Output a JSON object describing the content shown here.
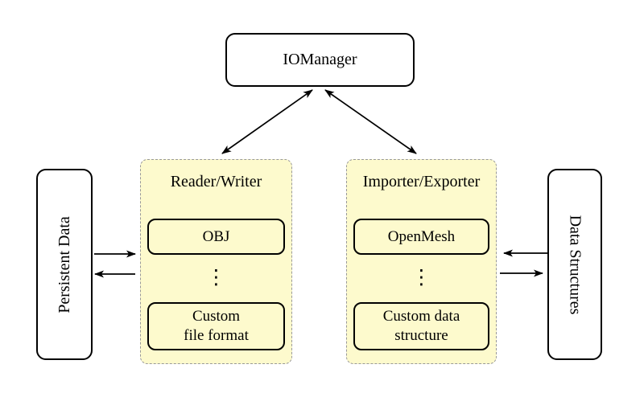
{
  "colors": {
    "background": "#ffffff",
    "group_fill": "#fdfacd",
    "group_border": "#999999",
    "node_border": "#000000",
    "node_fill": "#ffffff",
    "arrow": "#000000"
  },
  "nodes": {
    "iomanager": {
      "label": "IOManager"
    },
    "persistent_data": {
      "label": "Persistent Data"
    },
    "data_structures": {
      "label": "Data Structures"
    }
  },
  "groups": {
    "reader_writer": {
      "title": "Reader/Writer",
      "items": [
        {
          "label": "OBJ"
        },
        {
          "label": "Custom\nfile format"
        }
      ],
      "ellipsis": "⋮"
    },
    "importer_exporter": {
      "title": "Importer/Exporter",
      "items": [
        {
          "label": "OpenMesh"
        },
        {
          "label": "Custom data\nstructure"
        }
      ],
      "ellipsis": "⋮"
    }
  },
  "edges": [
    {
      "from": "IOManager",
      "to": "Reader/Writer",
      "direction": "bidirectional"
    },
    {
      "from": "IOManager",
      "to": "Importer/Exporter",
      "direction": "bidirectional"
    },
    {
      "from": "Persistent Data",
      "to": "Reader/Writer",
      "direction": "forward"
    },
    {
      "from": "Reader/Writer",
      "to": "Persistent Data",
      "direction": "forward"
    },
    {
      "from": "Data Structures",
      "to": "Importer/Exporter",
      "direction": "forward"
    },
    {
      "from": "Importer/Exporter",
      "to": "Data Structures",
      "direction": "forward"
    }
  ]
}
